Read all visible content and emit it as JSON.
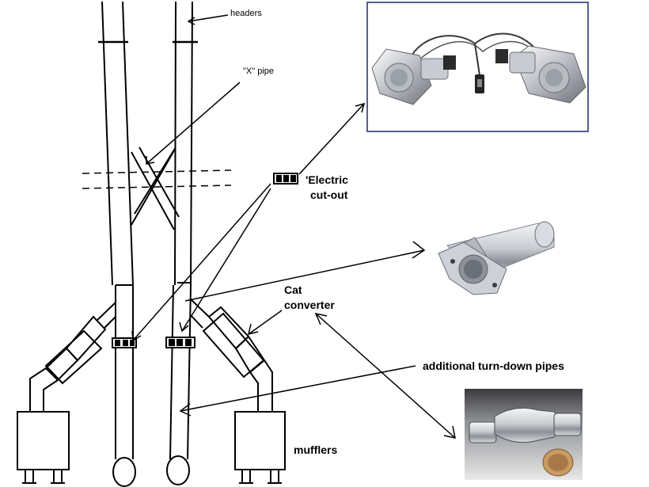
{
  "labels": {
    "headers": "headers",
    "x_pipe": "\"X\" pipe",
    "electric_cutout_line1": "'Electric",
    "electric_cutout_line2": "cut-out",
    "cat_converter_line1": "Cat",
    "cat_converter_line2": "converter",
    "turn_down_pipes": "additional turn-down pipes",
    "mufflers": "mufflers"
  },
  "photos": {
    "cutout_kit": "electric cut-out valve pair with wiring harness",
    "y_pipe": "stainless Y-pipe cut-out adapter",
    "catalytic_converter": "catalytic converter with honeycomb element"
  },
  "colors": {
    "line": "#000000",
    "photo_frame": "#1a2a6c",
    "steel_light": "#e6e8ec",
    "steel_dark": "#6b6f78"
  }
}
